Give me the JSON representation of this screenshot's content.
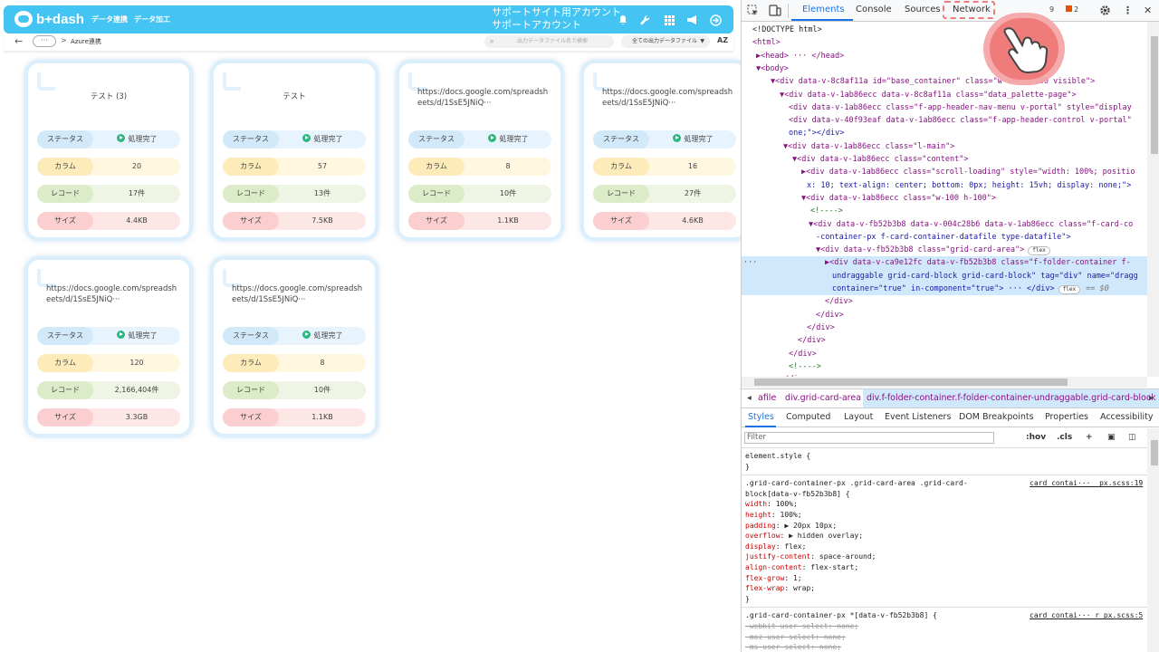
{
  "app": {
    "logo": "b+dash",
    "nav": [
      "データ連携",
      "データ加工"
    ],
    "account_lines": [
      "サポートサイト用アカウント",
      "サポートアカウント"
    ],
    "breadcrumb": "Azure連携",
    "more": "···",
    "search_placeholder": "出力データファイル名で検索",
    "filter_value": "全ての出力データファイル",
    "sort_label": "AZ"
  },
  "labels": {
    "status": "ステータス",
    "columns": "カラム",
    "records": "レコード",
    "size": "サイズ"
  },
  "cards": [
    {
      "title": "テスト (3)",
      "status": "処理完了",
      "columns": "20",
      "records": "17件",
      "size": "4.4KB"
    },
    {
      "title": "テスト",
      "status": "処理完了",
      "columns": "57",
      "records": "13件",
      "size": "7.5KB"
    },
    {
      "title": "https://docs.google.com/spreadsheets/d/1SsE5JNiQ···",
      "status": "処理完了",
      "columns": "8",
      "records": "10件",
      "size": "1.1KB"
    },
    {
      "title": "https://docs.google.com/spreadsheets/d/1SsE5JNiQ···",
      "status": "処理完了",
      "columns": "16",
      "records": "27件",
      "size": "4.6KB"
    },
    {
      "title": "https://docs.google.com/spreadsheets/d/1SsE5JNiQ···",
      "status": "処理完了",
      "columns": "120",
      "records": "2,166,404件",
      "size": "3.3GB"
    },
    {
      "title": "https://docs.google.com/spreadsheets/d/1SsE5JNiQ···",
      "status": "処理完了",
      "columns": "8",
      "records": "10件",
      "size": "1.1KB"
    }
  ],
  "devtools": {
    "tabs": [
      "Elements",
      "Console",
      "Sources",
      "Network"
    ],
    "badge_count": "9",
    "issue_count": "2",
    "dom_lines": [
      "<!DOCTYPE html>",
      "<html>",
      "▶<head> ··· </head>",
      "▼<body>",
      "▼<div data-v-8c8af11a id=\"base_container\" class=\"w-100 h-100 visible\">",
      "▼<div data-v-1ab86ecc data-v-8c8af11a class=\"data_palette-page\">",
      "<div data-v-1ab86ecc class=\"f-app-header-nav-menu v-portal\" style=\"display",
      "<div data-v-40f93eaf data-v-1ab86ecc class=\"f-app-header-control v-portal\"",
      "one;\"></div>",
      "▼<div data-v-1ab86ecc class=\"l-main\">",
      "▼<div data-v-1ab86ecc class=\"content\">",
      "▶<div data-v-1ab86ecc class=\"scroll-loading\" style=\"width: 100%; positio",
      "x: 10; text-align: center; bottom: 0px; height: 15vh; display: none;\">",
      "▼<div data-v-1ab86ecc class=\"w-100 h-100\">",
      "<!---->",
      "▼<div data-v-fb52b3b8 data-v-004c28b6 data-v-1ab86ecc class=\"f-card-co",
      "-container-px f-card-container-datafile type-datafile\">",
      "▼<div data-v-fb52b3b8 class=\"grid-card-area\">",
      "▶<div data-v-ca9e12fc data-v-fb52b3b8 class=\"f-folder-container f-",
      "undraggable grid-card-block grid-card-block\" tag=\"div\" name=\"dragg",
      "container=\"true\" in-component=\"true\"> ··· </div>",
      "</div>",
      "</div>",
      "</div>",
      "</div>",
      "</div>",
      "<!---->",
      "</div>"
    ],
    "flex_pill": "flex",
    "dollar0": "== $0",
    "dom_crumbs": [
      "afile",
      "div.grid-card-area",
      "div.f-folder-container.f-folder-container-undraggable.grid-card-block"
    ],
    "subtabs": [
      "Styles",
      "Computed",
      "Layout",
      "Event Listeners",
      "DOM Breakpoints",
      "Properties",
      "Accessibility"
    ],
    "filter_placeholder": "Filter",
    "filter_tools": [
      ":hov",
      ".cls",
      "+"
    ],
    "style_lines": [
      "element.style {",
      "}",
      ".grid-card-container-px .grid-card-area .grid-card-",
      "block[data-v-fb52b3b8] {",
      "  width: 100%;",
      "  height: 100%;",
      "  padding: ▶ 20px 10px;",
      "  overflow: ▶ hidden overlay;",
      "  display: flex;",
      "  justify-content: space-around;",
      "  align-content: flex-start;",
      "  flex-grow: 1;",
      "  flex-wrap: wrap;",
      "}",
      ".grid-card-container-px *[data-v-fb52b3b8] {",
      "  -webkit-user-select: none;",
      "  -moz-user-select: none;",
      "  -ms-user-select: none;"
    ],
    "sources": [
      "card_contai··· _px.scss:19",
      "card_contai··· r_px.scss:5"
    ]
  }
}
